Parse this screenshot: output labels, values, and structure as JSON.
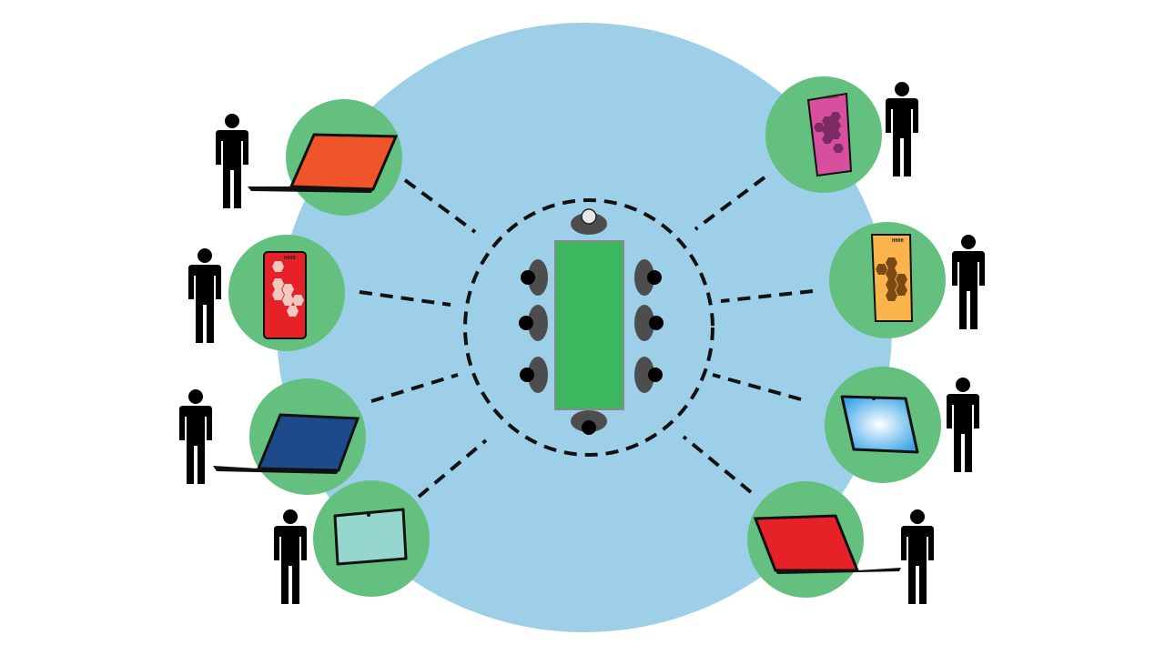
{
  "colors": {
    "background": "#ffffff",
    "room": "#9ecfe9",
    "device_circle": "#63c07f",
    "table": "#3cb75f",
    "link_line": "#111111",
    "person": "#000000",
    "chair": "#4d4d4d"
  },
  "icons": {
    "room": "large-blue-circle",
    "table": "meeting-table-top-view",
    "chair": "chair-with-seated-person",
    "person": "standing-person-silhouette",
    "laptop": "laptop-icon",
    "phone": "smartphone-icon",
    "tablet": "tablet-icon",
    "link": "dashed-connection-line"
  },
  "devices": [
    {
      "id": "laptop-orange",
      "type": "laptop",
      "screen_color": "#f0542a"
    },
    {
      "id": "phone-red",
      "type": "phone",
      "screen_color": "#e62128",
      "hex_color": "#f3c8bf",
      "tag": "HHHH"
    },
    {
      "id": "laptop-blue",
      "type": "laptop",
      "screen_color": "#1d4a8a"
    },
    {
      "id": "tablet-mint",
      "type": "tablet",
      "screen_color": "#95d6cf"
    },
    {
      "id": "phone-pink",
      "type": "phone",
      "screen_color": "#d94fa0",
      "hex_color": "#7a2b62",
      "tag": "HHHH"
    },
    {
      "id": "phone-orange",
      "type": "phone",
      "screen_color": "#fbb44b",
      "hex_color": "#7a4a14",
      "tag": "HHHH"
    },
    {
      "id": "tablet-blue",
      "type": "tablet",
      "screen_color": "#3aa4e8"
    },
    {
      "id": "laptop-red",
      "type": "laptop",
      "screen_color": "#e62128"
    }
  ]
}
